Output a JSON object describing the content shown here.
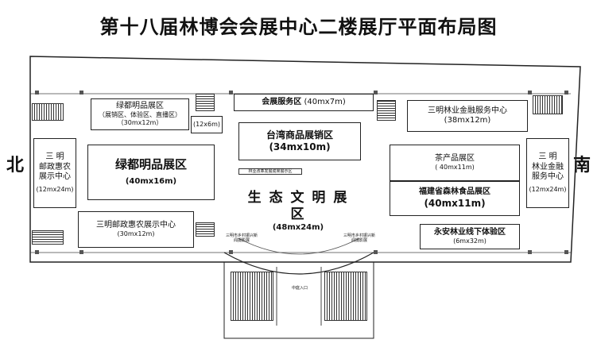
{
  "title": "第十八届林博会会展中心二楼展厅平面布局图",
  "directions": {
    "north": "北",
    "south": "南"
  },
  "rooms": {
    "ludu_top": {
      "name": "绿都明品展区",
      "sub": "（展销区、体验区、直播区）",
      "size": "（30mx12m）"
    },
    "small_12x6": {
      "size": "(12x6m)"
    },
    "huizhan": {
      "name": "会展服务区",
      "size": "(40mx7m)"
    },
    "finance_top": {
      "name": "三明林业金融服务中心",
      "size": "(38mx12m)"
    },
    "taiwan": {
      "name": "台湾商品展销区",
      "size": "(34mx10m)"
    },
    "ludu_main": {
      "name": "绿都明品展区",
      "size": "(40mx16m)"
    },
    "tea": {
      "name": "茶产品展区",
      "size": "( 40mx11m)"
    },
    "forest_food": {
      "name": "福建省森林食品展区",
      "size": "(40mx11m)"
    },
    "eco": {
      "name": "生 态 文 明 展 区",
      "size": "(48mx24m)"
    },
    "sanming_center": {
      "name": "三明邮政惠农展示中心",
      "size": "(30mx12m)"
    },
    "yongan": {
      "name": "永安林业线下体验区",
      "size": "(6mx32m)"
    },
    "left_side": {
      "l1": "三 明",
      "l2": "邮政惠农",
      "l3": "展示中心",
      "size": "(12mx24m)"
    },
    "right_side": {
      "l1": "三 明",
      "l2": "林业金融",
      "l3": "服务中心",
      "size": "(12mx24m)"
    }
  },
  "tiny_labels": {
    "reform": "林业改革发展成果展示区",
    "news_left": "三明市乡村振兴新闻摄影展",
    "news_right": "三明市乡村振兴新闻摄影展",
    "lobby": "中庭入口"
  }
}
